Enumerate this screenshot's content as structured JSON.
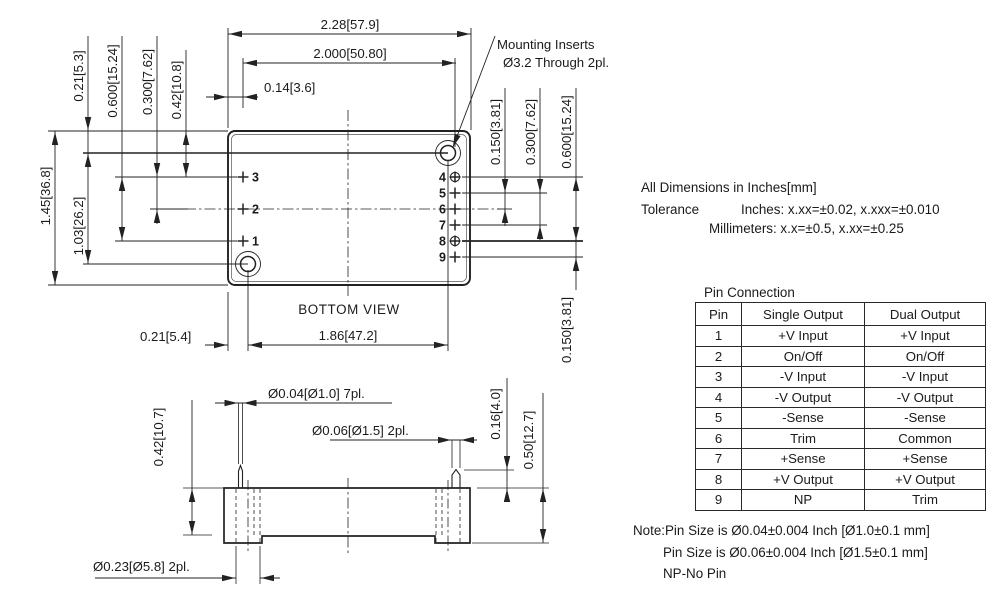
{
  "top_view": {
    "caption": "BOTTOM VIEW",
    "callout": {
      "line1": "Mounting Inserts",
      "line2": "Ø3.2 Through 2pl."
    },
    "dims": {
      "width_overall": "2.28[57.9]",
      "pin_span": "2.000[50.80]",
      "edge_to_pin": "0.14[3.6]",
      "height_overall": "1.45[36.8]",
      "edge_to_hole_top": "0.21[5.3]",
      "hole_span_v": "1.03[26.2]",
      "left_pin_span": "0.600[15.24]",
      "left_pin_pitch": "0.300[7.62]",
      "top_to_pin3": "0.42[10.8]",
      "right_pitch": "0.150[3.81]",
      "right_pitch2": "0.300[7.62]",
      "right_span": "0.600[15.24]",
      "right_pitch_low": "0.150[3.81]",
      "edge_to_hole_left": "0.21[5.4]",
      "hole_span_h": "1.86[47.2]"
    },
    "pins_left": [
      "3",
      "2",
      "1"
    ],
    "pins_right": [
      "4",
      "5",
      "6",
      "7",
      "8",
      "9"
    ]
  },
  "side_view": {
    "dims": {
      "pin_dia_small": "Ø0.04[Ø1.0] 7pl.",
      "pin_dia_large": "Ø0.06[Ø1.5] 2pl.",
      "body_height": "0.42[10.7]",
      "pin_exposed": "0.16[4.0]",
      "total_height": "0.50[12.7]",
      "insert_dia": "Ø0.23[Ø5.8] 2pl."
    }
  },
  "tolerance_block": {
    "line1": "All Dimensions in Inches[mm]",
    "tol_label": "Tolerance",
    "tol_inches": "Inches: x.xx=±0.02, x.xxx=±0.010",
    "tol_mm": "Millimeters: x.x=±0.5, x.xx=±0.25"
  },
  "pin_table": {
    "title": "Pin Connection",
    "headers": [
      "Pin",
      "Single Output",
      "Dual Output"
    ],
    "rows": [
      [
        "1",
        "+V Input",
        "+V Input"
      ],
      [
        "2",
        "On/Off",
        "On/Off"
      ],
      [
        "3",
        "-V Input",
        "-V Input"
      ],
      [
        "4",
        "-V Output",
        "-V Output"
      ],
      [
        "5",
        "-Sense",
        "-Sense"
      ],
      [
        "6",
        "Trim",
        "Common"
      ],
      [
        "7",
        "+Sense",
        "+Sense"
      ],
      [
        "8",
        "+V Output",
        "+V Output"
      ],
      [
        "9",
        "NP",
        "Trim"
      ]
    ]
  },
  "notes": {
    "note1": "Note:Pin Size is Ø0.04±0.004 Inch [Ø1.0±0.1 mm]",
    "note2": "Pin Size is Ø0.06±0.004 Inch [Ø1.5±0.1 mm]",
    "note3": "NP-No Pin"
  }
}
